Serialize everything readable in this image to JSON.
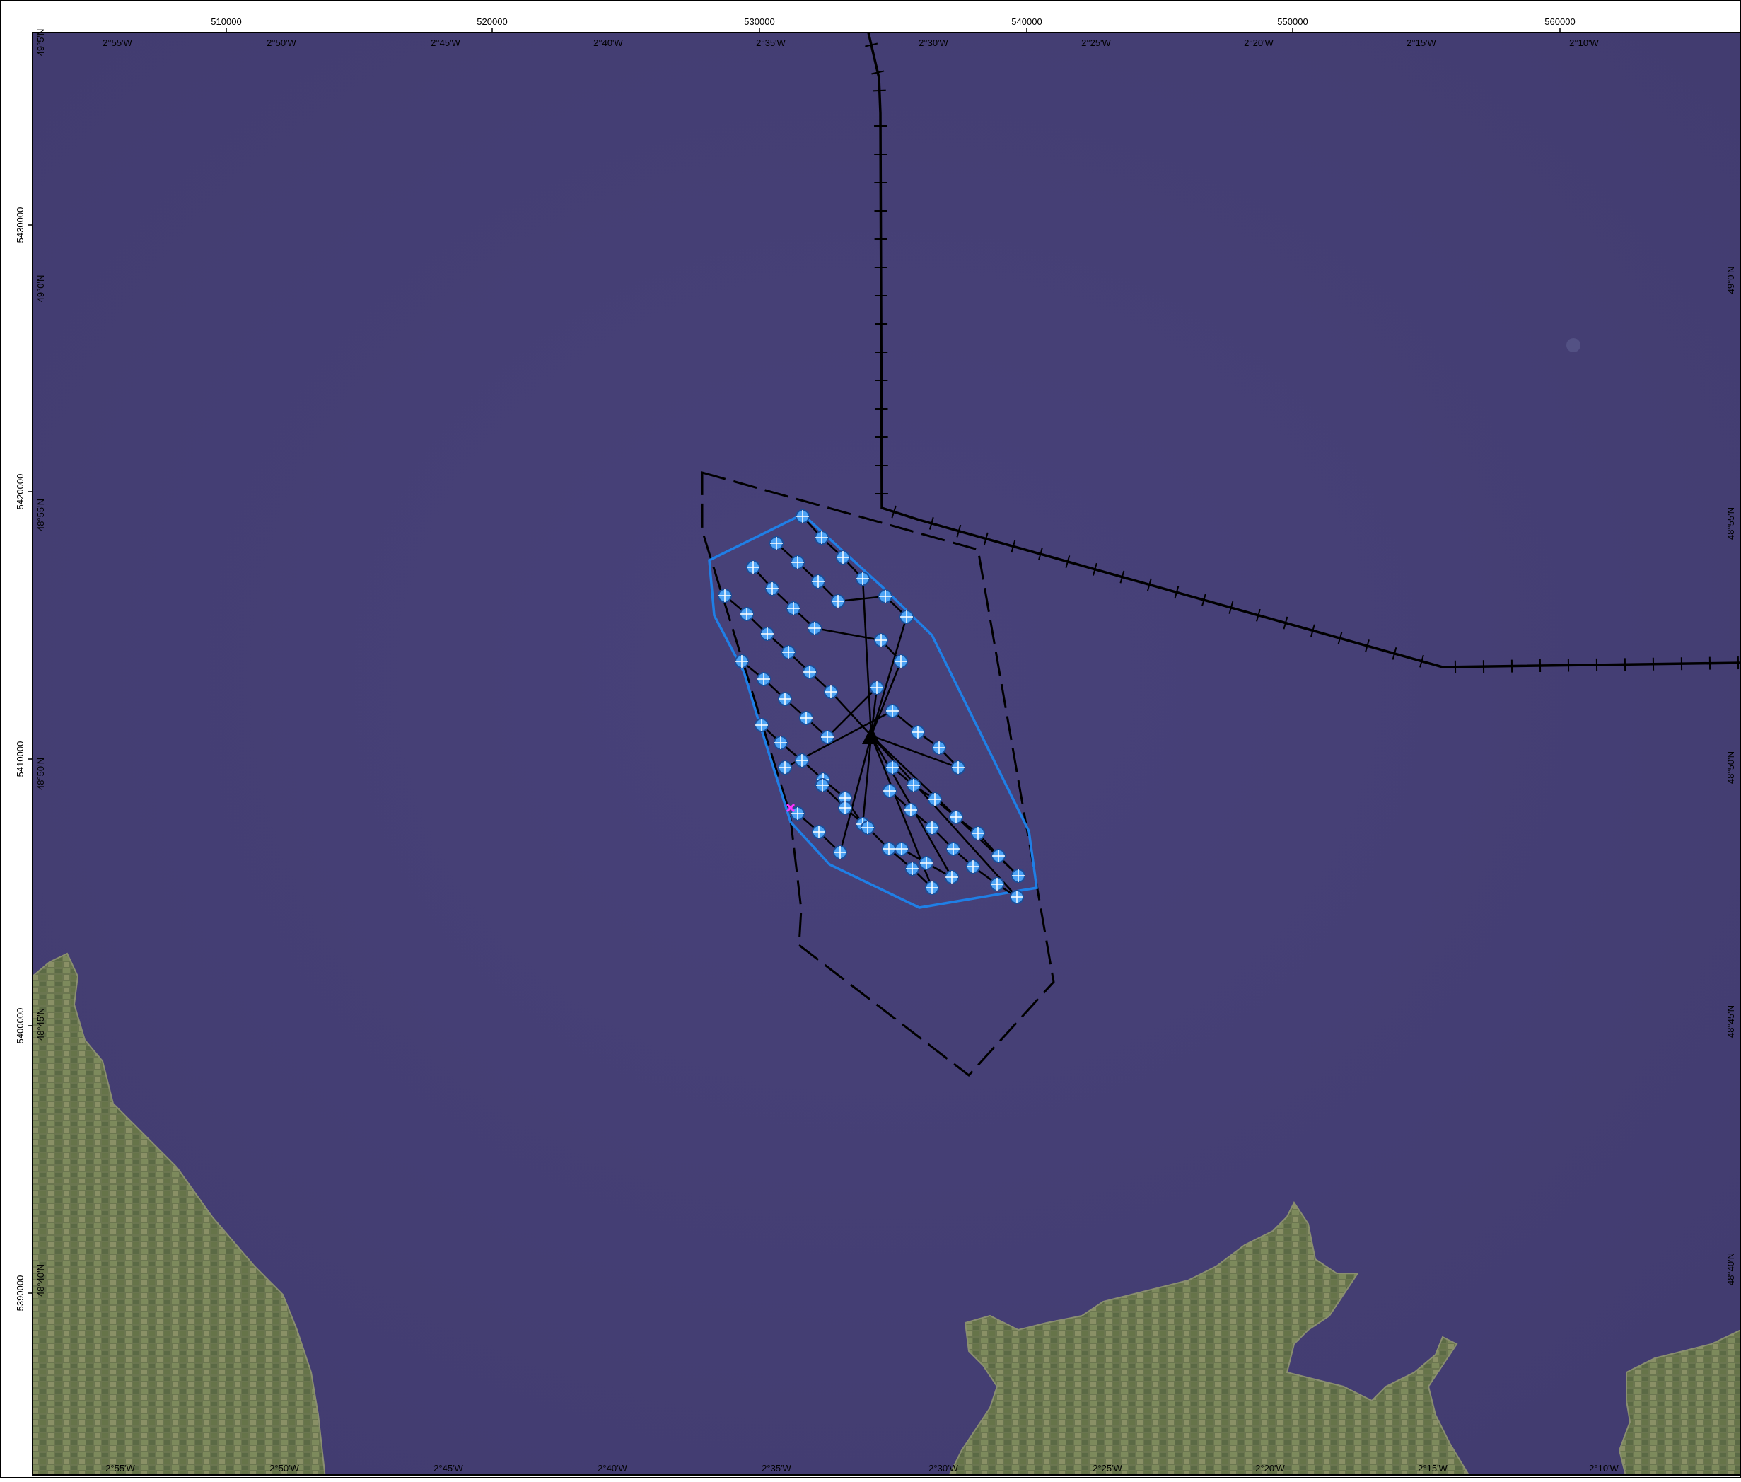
{
  "map": {
    "easting_labels": [
      "510000",
      "520000",
      "530000",
      "540000",
      "550000",
      "560000"
    ],
    "northing_labels": [
      "5430000",
      "5420000",
      "5410000",
      "5400000",
      "5390000"
    ],
    "longitude_labels": [
      "2°55'W",
      "2°50'W",
      "2°45'W",
      "2°40'W",
      "2°35'W",
      "2°30'W",
      "2°25'W",
      "2°20'W",
      "2°15'W",
      "2°10'W"
    ],
    "latitude_labels": [
      "49°5'N",
      "49°0'N",
      "48°55'N",
      "48°50'N",
      "48°45'N",
      "48°40'N"
    ],
    "turbine_count": 68,
    "colors": {
      "sea": "#453f74",
      "land": "#6f7a52",
      "site_boundary": "#1f7fe6",
      "turbine_fill": "#4da3f5",
      "cable": "#000000",
      "marker": "#ff33ff"
    },
    "icons": [
      "turbine-icon",
      "substation-triangle-icon",
      "marker-cross-icon"
    ]
  }
}
